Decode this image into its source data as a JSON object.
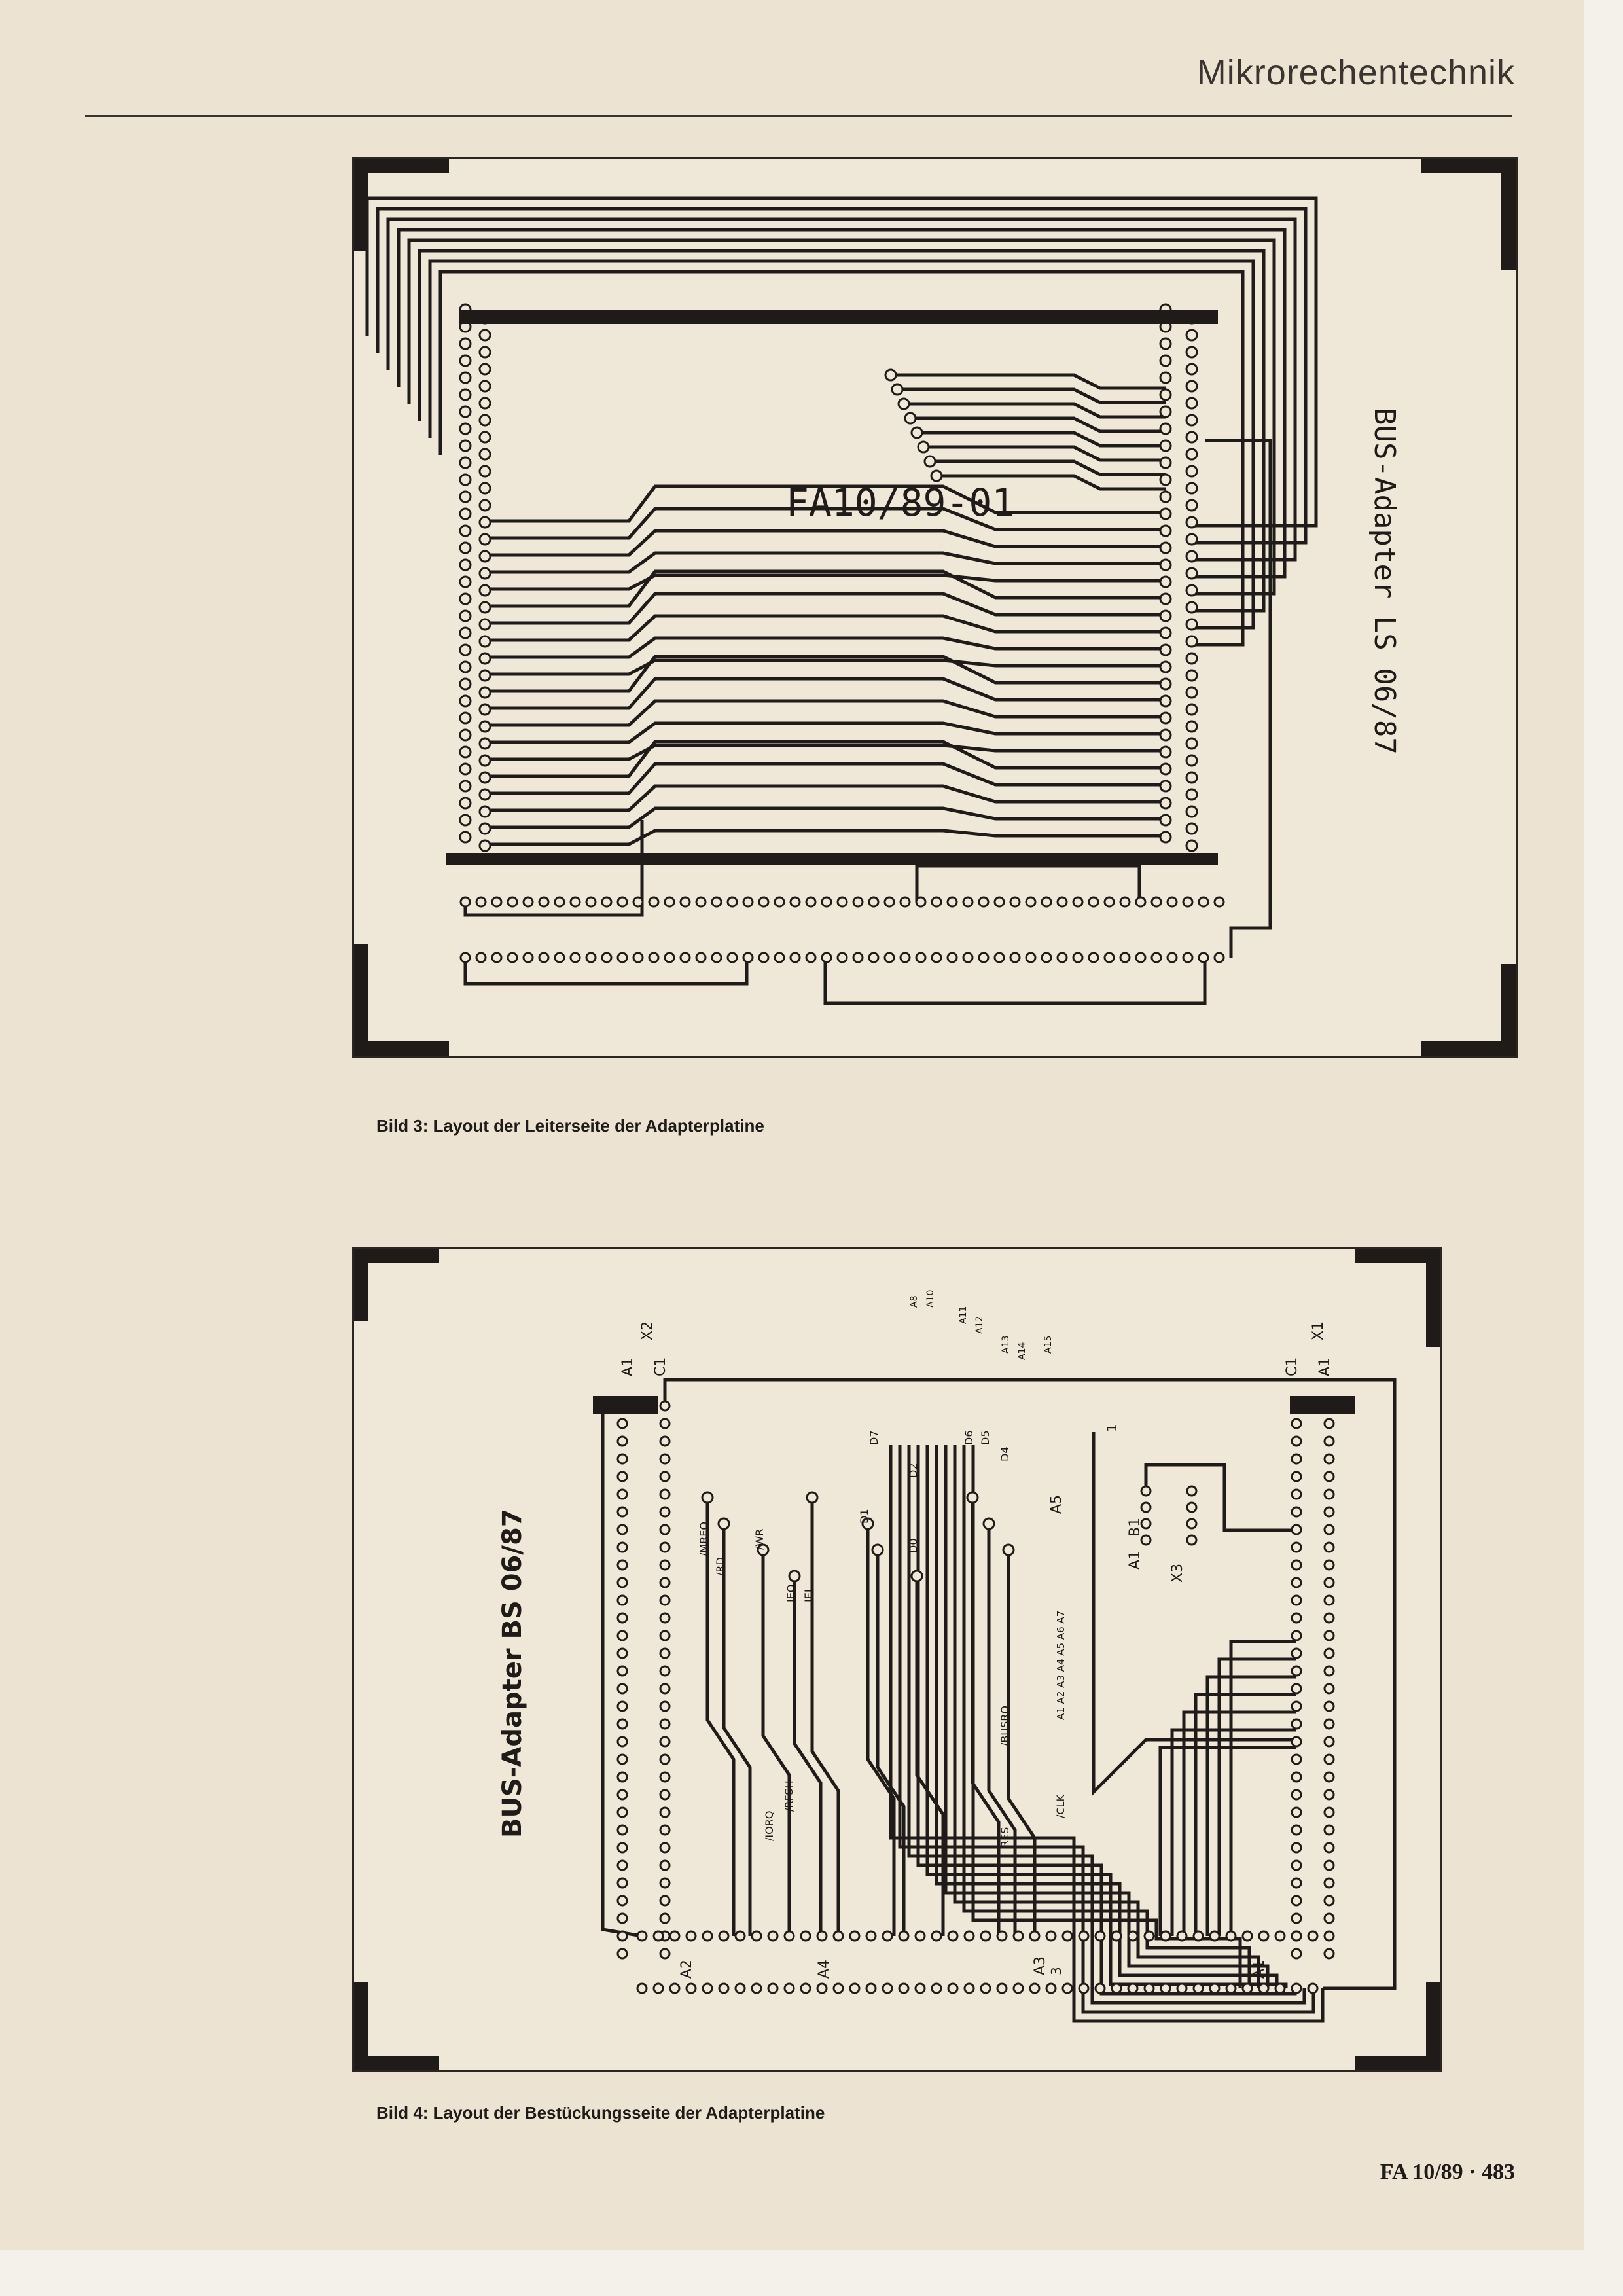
{
  "header": {
    "section": "Mikrorechentechnik"
  },
  "figure1": {
    "board_code": "FA10/89-01",
    "board_label": "BUS-Adapter LS 06/87",
    "caption": "Bild 3: Layout der Leiterseite der Adapterplatine"
  },
  "figure2": {
    "board_label": "BUS-Adapter BS 06/87",
    "caption": "Bild 4: Layout der Bestückungsseite der Adapterplatine",
    "labels": {
      "a1_left": "A1",
      "c1_left": "C1",
      "x2": "X2",
      "a1_right": "A1",
      "c1_right": "C1",
      "x1": "X1",
      "a2": "A2",
      "a4": "A4",
      "a3": "A3",
      "a5": "A5",
      "a1_bottom": "A1",
      "b1": "B1",
      "a1_mid": "A1",
      "x3": "X3",
      "mreq": "/MREQ",
      "rd": "/RD",
      "wr": "/WR",
      "ieo": "IEO",
      "iei": "IEI",
      "iorq": "/IORQ",
      "rfsh": "/RFSH",
      "busrq": "/BUSRQ",
      "clk": "/CLK",
      "res": "RES",
      "addr_row": "A1 A2 A3 A4 A5 A6 A7",
      "d0": "D0",
      "d1": "D1",
      "d2": "D2",
      "d4": "D4",
      "d5": "D5",
      "d6": "D6",
      "d7": "D7",
      "a8": "A8",
      "a10": "A10",
      "a11": "A11",
      "a12": "A12",
      "a13": "A13",
      "a14": "A14",
      "a15": "A15",
      "pin_one": "1",
      "pin_three": "3"
    }
  },
  "footer": {
    "issue": "FA 10/89 · 483"
  }
}
